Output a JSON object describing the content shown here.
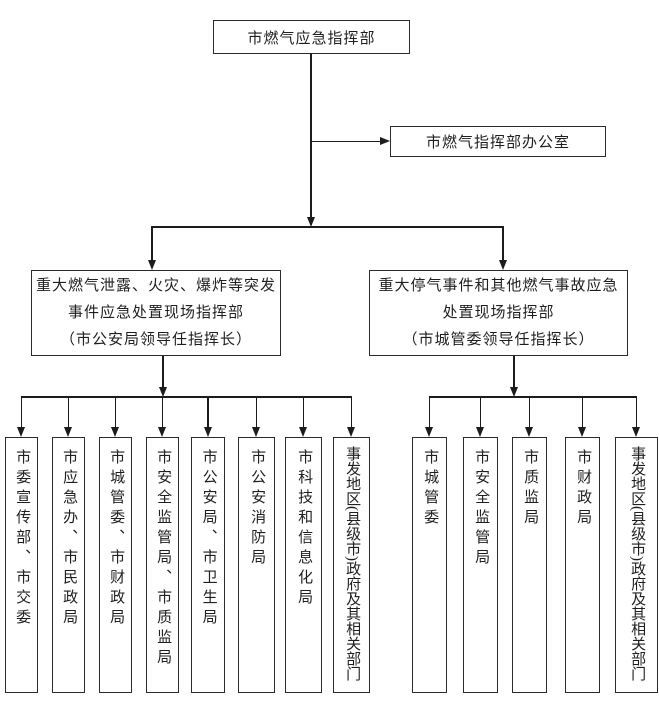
{
  "diagram": {
    "root": {
      "label": "市燃气应急指挥部"
    },
    "office": {
      "label": "市燃气指挥部办公室"
    },
    "left_command": {
      "line1": "重大燃气泄露、火灾、爆炸等突发",
      "line2": "事件应急处置现场指挥部",
      "line3": "（市公安局领导任指挥长）"
    },
    "right_command": {
      "line1": "重大停气事件和其他燃气事故应急",
      "line2": "处置现场指挥部",
      "line3": "（市城管委领导任指挥长）"
    },
    "left_children": [
      "市委宣传部、市交委",
      "市应急办、市民政局",
      "市城管委、市财政局",
      "市安全监管局、市质监局",
      "市公安局、市卫生局",
      "市公安消防局",
      "市科技和信息化局",
      "事发地区(县级市)政府及其相关部门"
    ],
    "right_children": [
      "市城管委",
      "市安全监管局",
      "市质监局",
      "市财政局",
      "事发地区(县级市)政府及其相关部门"
    ],
    "colors": {
      "line": "#1c1c1c",
      "border": "#2b2b2b",
      "text": "#1f1f1f",
      "background": "#ffffff"
    }
  }
}
